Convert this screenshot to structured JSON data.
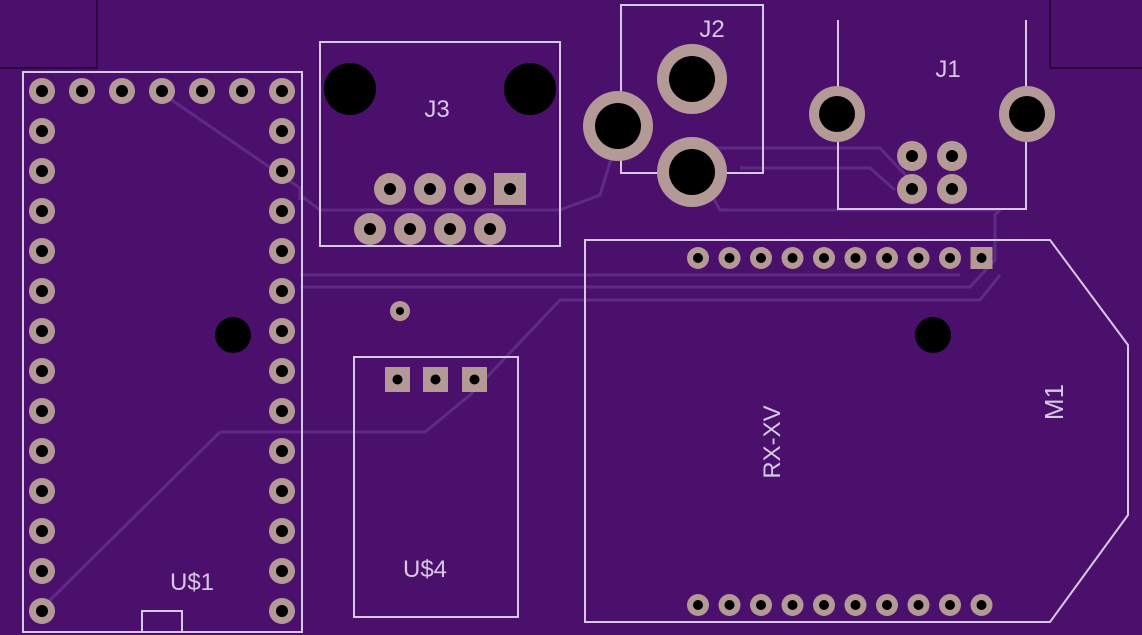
{
  "colors": {
    "board": "#4a106b",
    "trace": "#5c2a85",
    "silk": "#d7c8e6",
    "pad": "#b49a96",
    "hole": "#000000"
  },
  "labels": {
    "j1": "J1",
    "j2": "J2",
    "j3": "J3",
    "u1": "U$1",
    "u4": "U$4",
    "m1": "M1",
    "rx": "RX-XV"
  },
  "components": {
    "u1": {
      "pins_per_side": 14
    },
    "u4": {
      "pins": 3
    },
    "m1": {
      "top_pins": 10,
      "bottom_pins": 10
    },
    "j3": {
      "top_row": 4,
      "bottom_row": 4
    }
  }
}
